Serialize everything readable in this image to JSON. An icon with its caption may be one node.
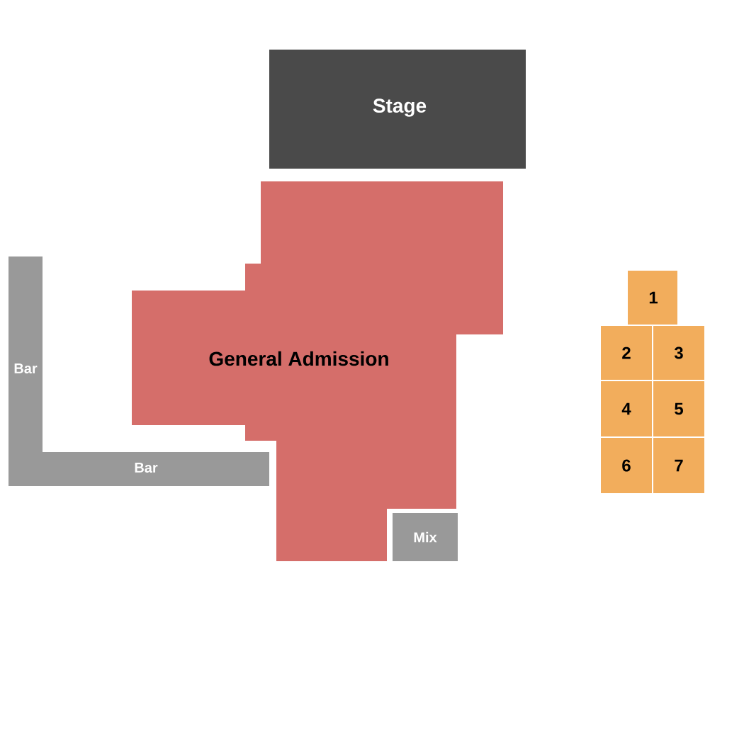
{
  "diagram": {
    "nodes": [
      {
        "text": [
          "Stage"
        ]
      },
      {
        "text": [
          "General Admission"
        ]
      },
      {
        "text": [
          "Bar"
        ]
      },
      {
        "text": [
          "Bar"
        ]
      },
      {
        "text": [
          "Mix"
        ]
      },
      {
        "text": [
          "1"
        ]
      },
      {
        "text": [
          "2"
        ]
      },
      {
        "text": [
          "3"
        ]
      },
      {
        "text": [
          "4"
        ]
      },
      {
        "text": [
          "5"
        ]
      },
      {
        "text": [
          "6"
        ]
      },
      {
        "text": [
          "7"
        ]
      }
    ]
  }
}
